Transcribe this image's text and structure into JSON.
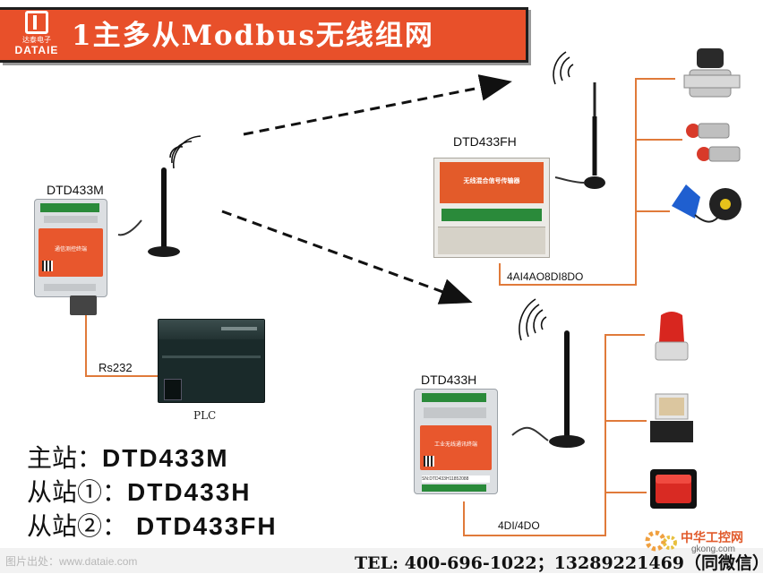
{
  "header": {
    "logo_cn": "达泰电子",
    "logo_en": "DATAIE",
    "title": "1主多从Modbus无线组网"
  },
  "devices": {
    "master": {
      "name": "DTD433M",
      "face_text": "通信测控终端"
    },
    "slave1": {
      "name": "DTD433H",
      "face_text": "工业无线通讯终端",
      "serial": "SN:DTD433H11852088",
      "signal": "4DI/4DO"
    },
    "slave2": {
      "name": "DTD433FH",
      "face_text": "无线混合信号传输器",
      "signal": "4AI4AO8DI8DO"
    },
    "plc": {
      "name": "PLC"
    }
  },
  "links": {
    "master_plc": "Rs232"
  },
  "roles": {
    "master": {
      "label": "主站：",
      "device": "DTD433M"
    },
    "slave1": {
      "label": "从站①：",
      "device": "DTD433H"
    },
    "slave2": {
      "label": "从站②：",
      "device": "DTD433FH"
    }
  },
  "footer": {
    "source": "图片出处：www.dataie.com",
    "contact": "TEL: 400-696-1022；13289221469（同微信）",
    "watermark_cn": "中华工控网",
    "watermark_en": "gkong.com"
  },
  "colors": {
    "brand_orange": "#e8502a",
    "wire_orange": "#e07a3a",
    "text": "#111111"
  },
  "icons": [
    "solenoid-valve-icon",
    "push-button-icon",
    "float-switch-icon",
    "warning-light-icon",
    "relay-icon",
    "rocker-switch-icon",
    "antenna-icon",
    "radio-wave-icon"
  ]
}
